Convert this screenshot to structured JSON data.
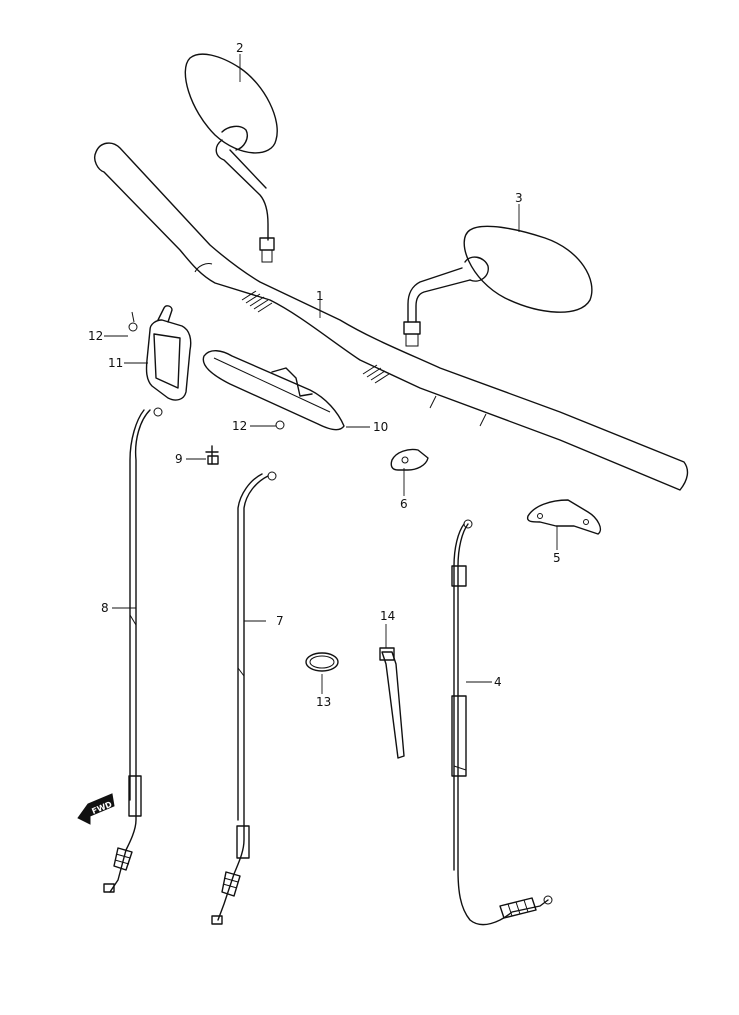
{
  "callouts": {
    "c1": "1",
    "c2": "2",
    "c3": "3",
    "c4": "4",
    "c5": "5",
    "c6": "6",
    "c7": "7",
    "c8": "8",
    "c9": "9",
    "c10": "10",
    "c11": "11",
    "c12a": "12",
    "c12b": "12",
    "c13": "13",
    "c14": "14"
  },
  "direction_badge": "FWD"
}
